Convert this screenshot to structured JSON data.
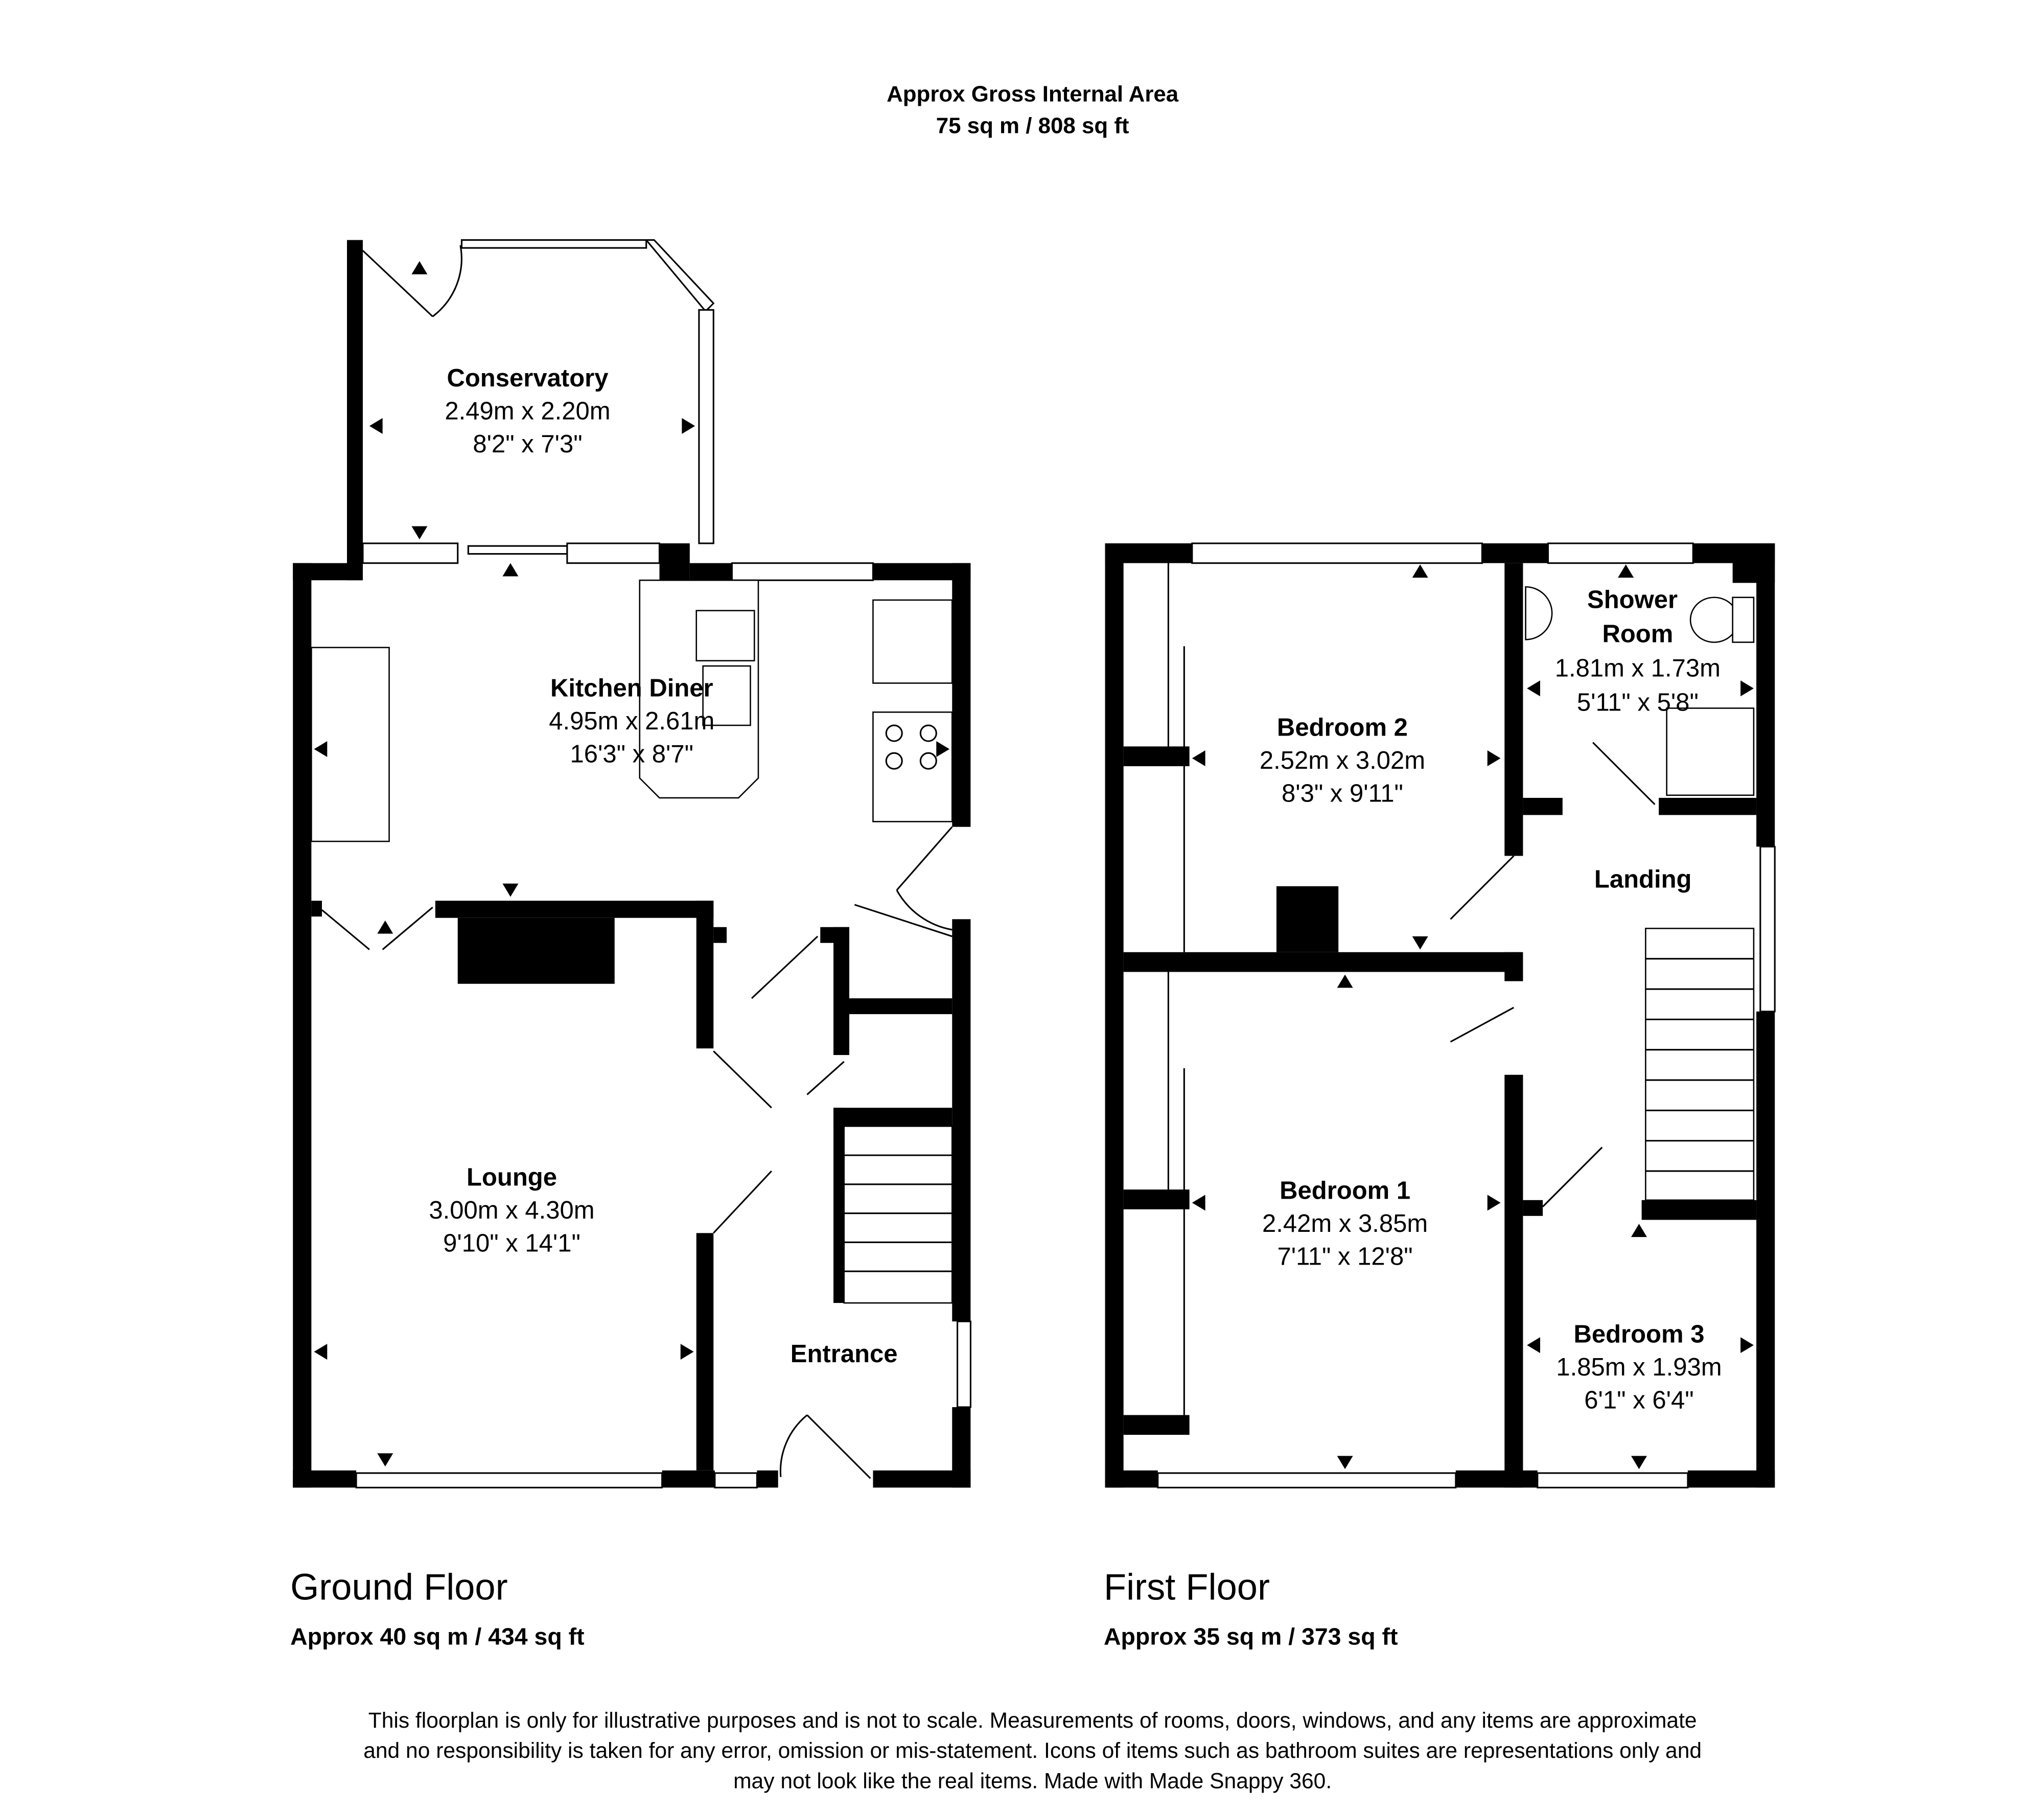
{
  "header": {
    "title": "Approx Gross Internal Area",
    "area": "75 sq m / 808 sq ft"
  },
  "ground_floor": {
    "title": "Ground Floor",
    "area": "Approx 40 sq m / 434 sq ft",
    "rooms": [
      {
        "name": "Conservatory",
        "metric": "2.49m x 2.20m",
        "imperial": "8'2\" x 7'3\""
      },
      {
        "name": "Kitchen Diner",
        "metric": "4.95m x 2.61m",
        "imperial": "16'3\" x 8'7\""
      },
      {
        "name": "Lounge",
        "metric": "3.00m x 4.30m",
        "imperial": "9'10\" x 14'1\""
      },
      {
        "name": "Entrance"
      }
    ]
  },
  "first_floor": {
    "title": "First Floor",
    "area": "Approx 35 sq m / 373 sq ft",
    "rooms": [
      {
        "name": "Bedroom 2",
        "metric": "2.52m x 3.02m",
        "imperial": "8'3\" x 9'11\""
      },
      {
        "name": "Shower",
        "name2": "Room",
        "metric": "1.81m x 1.73m",
        "imperial": "5'11\" x 5'8\""
      },
      {
        "name": "Landing"
      },
      {
        "name": "Bedroom 1",
        "metric": "2.42m x 3.85m",
        "imperial": "7'11\" x 12'8\""
      },
      {
        "name": "Bedroom 3",
        "metric": "1.85m x 1.93m",
        "imperial": "6'1\" x 6'4\""
      }
    ]
  },
  "disclaimer": [
    "This floorplan is only for illustrative purposes and is not to scale. Measurements of rooms, doors, windows, and any items are approximate",
    "and no responsibility is taken for any error, omission or mis-statement. Icons of items such as bathroom suites are representations only and",
    "may not look like the real items. Made with Made Snappy 360."
  ]
}
